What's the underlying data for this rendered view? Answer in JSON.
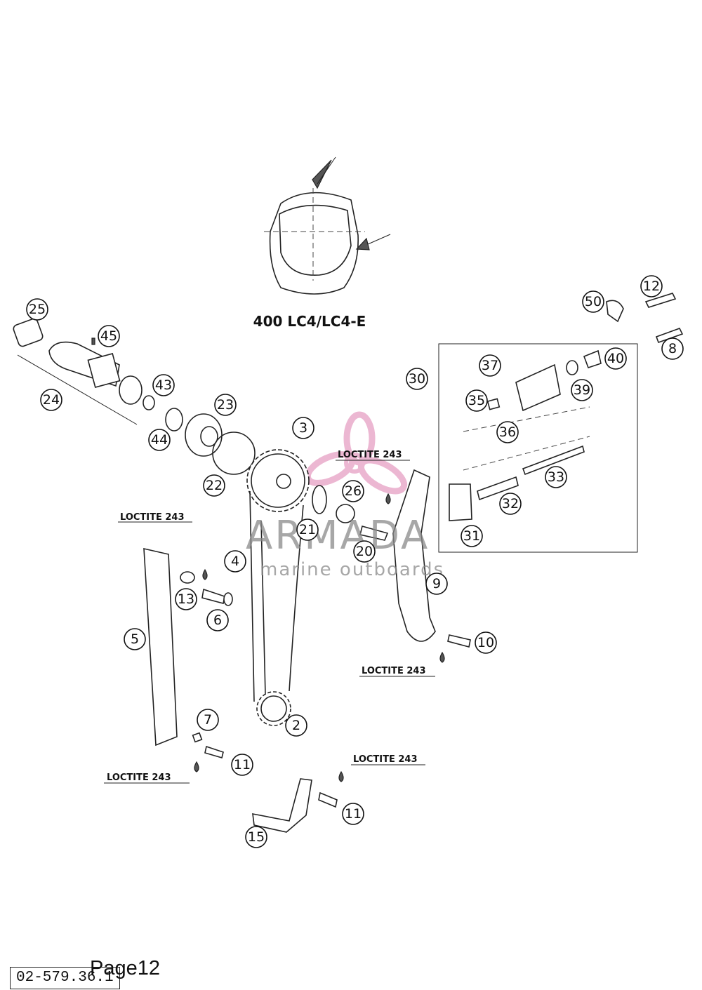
{
  "diagram": {
    "variant_label": "400 LC4/LC4-E",
    "adhesive_notes": [
      "LOCTITE 243",
      "LOCTITE 243",
      "LOCTITE 243",
      "LOCTITE 243",
      "LOCTITE 243"
    ],
    "callouts": [
      "2",
      "3",
      "4",
      "5",
      "6",
      "7",
      "8",
      "9",
      "10",
      "11",
      "11",
      "12",
      "13",
      "15",
      "20",
      "21",
      "22",
      "23",
      "24",
      "25",
      "26",
      "30",
      "31",
      "32",
      "33",
      "35",
      "36",
      "37",
      "39",
      "40",
      "43",
      "44",
      "45",
      "50"
    ]
  },
  "watermark": {
    "brand": "ARMADA",
    "tagline": "marine outboards",
    "accent_color": "#e8a6c8"
  },
  "footer": {
    "doc_code": "02-579.36.1",
    "page_label": "Page12"
  }
}
